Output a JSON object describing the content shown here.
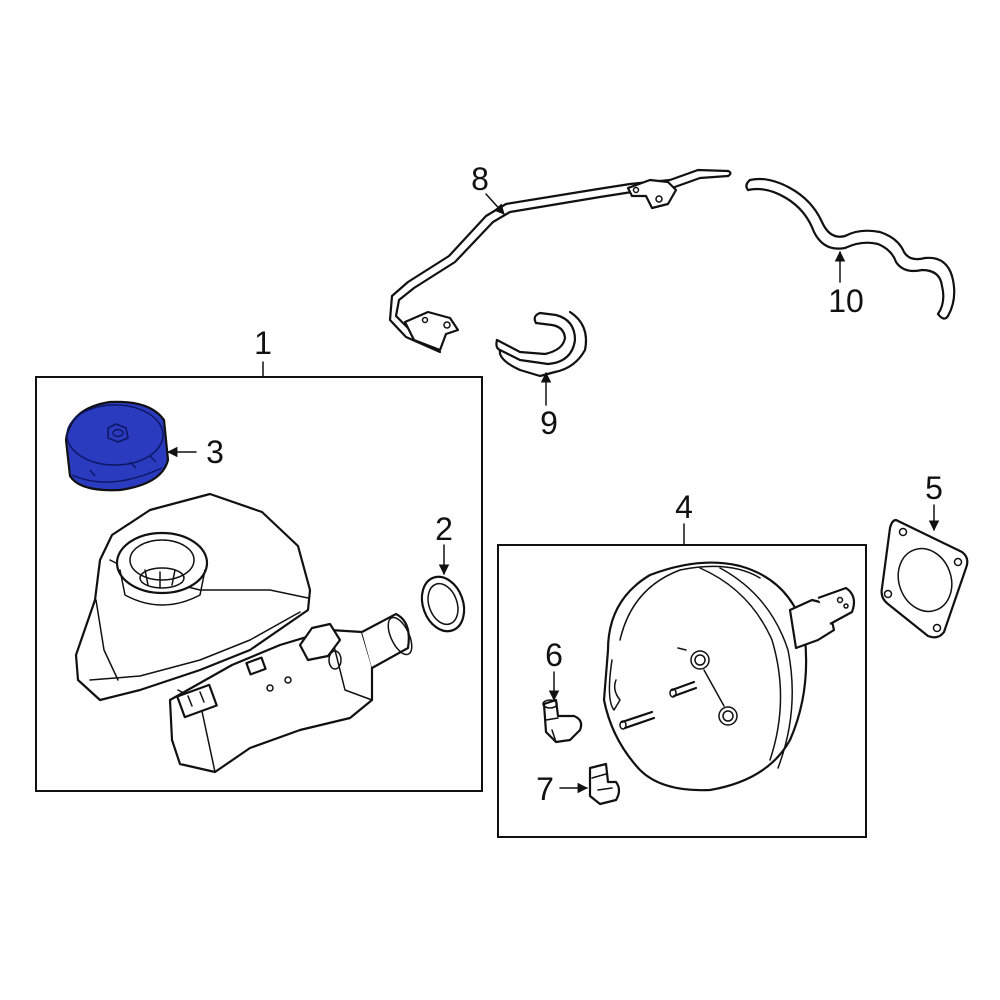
{
  "callouts": {
    "c1": "1",
    "c2": "2",
    "c3": "3",
    "c4": "4",
    "c5": "5",
    "c6": "6",
    "c7": "7",
    "c8": "8",
    "c9": "9",
    "c10": "10"
  },
  "colors": {
    "highlight": "#2b3bbf",
    "line": "#111111",
    "background": "#ffffff"
  }
}
